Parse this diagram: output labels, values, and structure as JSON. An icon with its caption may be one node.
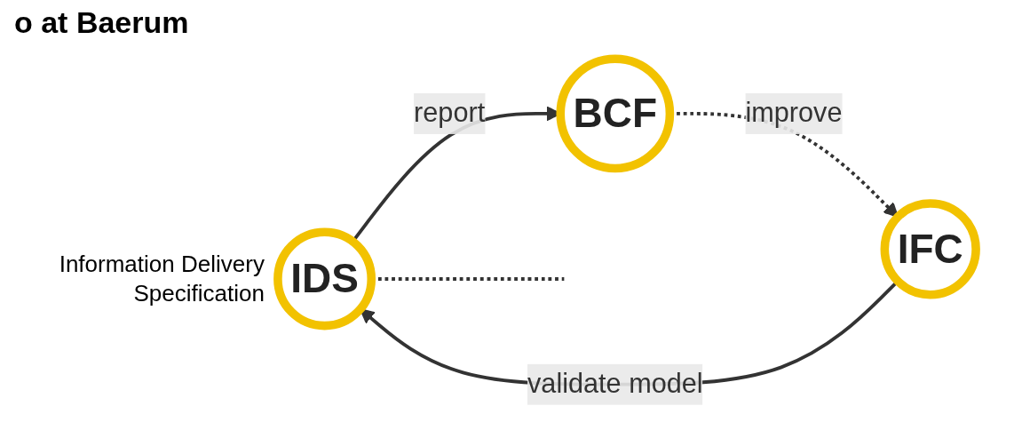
{
  "diagram": {
    "title": "o at Baerum",
    "nodes": [
      {
        "text": [
          "BCF"
        ]
      },
      {
        "text": [
          "IDS"
        ],
        "beside": [
          "Information Delivery Specification"
        ]
      },
      {
        "text": [
          "IFC"
        ]
      }
    ],
    "edges": [
      {
        "from": 1,
        "to": 0,
        "arrow": "to",
        "label": "report"
      },
      {
        "from": 0,
        "to": 2,
        "arrow": "to",
        "label": "improve",
        "style": "dashed"
      },
      {
        "from": 2,
        "to": 1,
        "arrow": "to",
        "label": "validate model"
      },
      {
        "from": 1,
        "to": null,
        "arrow": "none",
        "style": "dashed"
      }
    ]
  }
}
